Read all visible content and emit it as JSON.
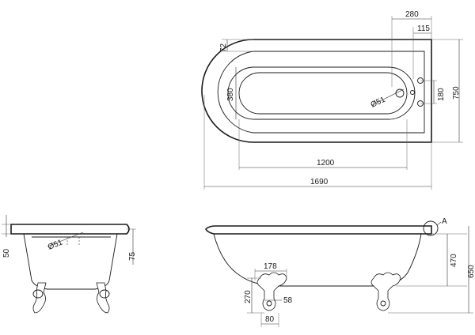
{
  "plan": {
    "dim_280": "280",
    "dim_115": "115",
    "dim_72": "72",
    "dim_380": "380",
    "dim_180": "180",
    "dim_750": "750",
    "waste_diameter": "Ø51",
    "dim_1200": "1200",
    "dim_1690": "1690"
  },
  "end_view": {
    "dim_50": "50",
    "dim_75": "75",
    "waste_diameter": "Ø51"
  },
  "side_view": {
    "detail_label": "A",
    "dim_178": "178",
    "dim_270": "270",
    "dim_58": "58",
    "dim_80": "80",
    "dim_470": "470",
    "dim_650": "650"
  },
  "colors": {
    "line": "#1a1a1a",
    "background": "#ffffff"
  }
}
